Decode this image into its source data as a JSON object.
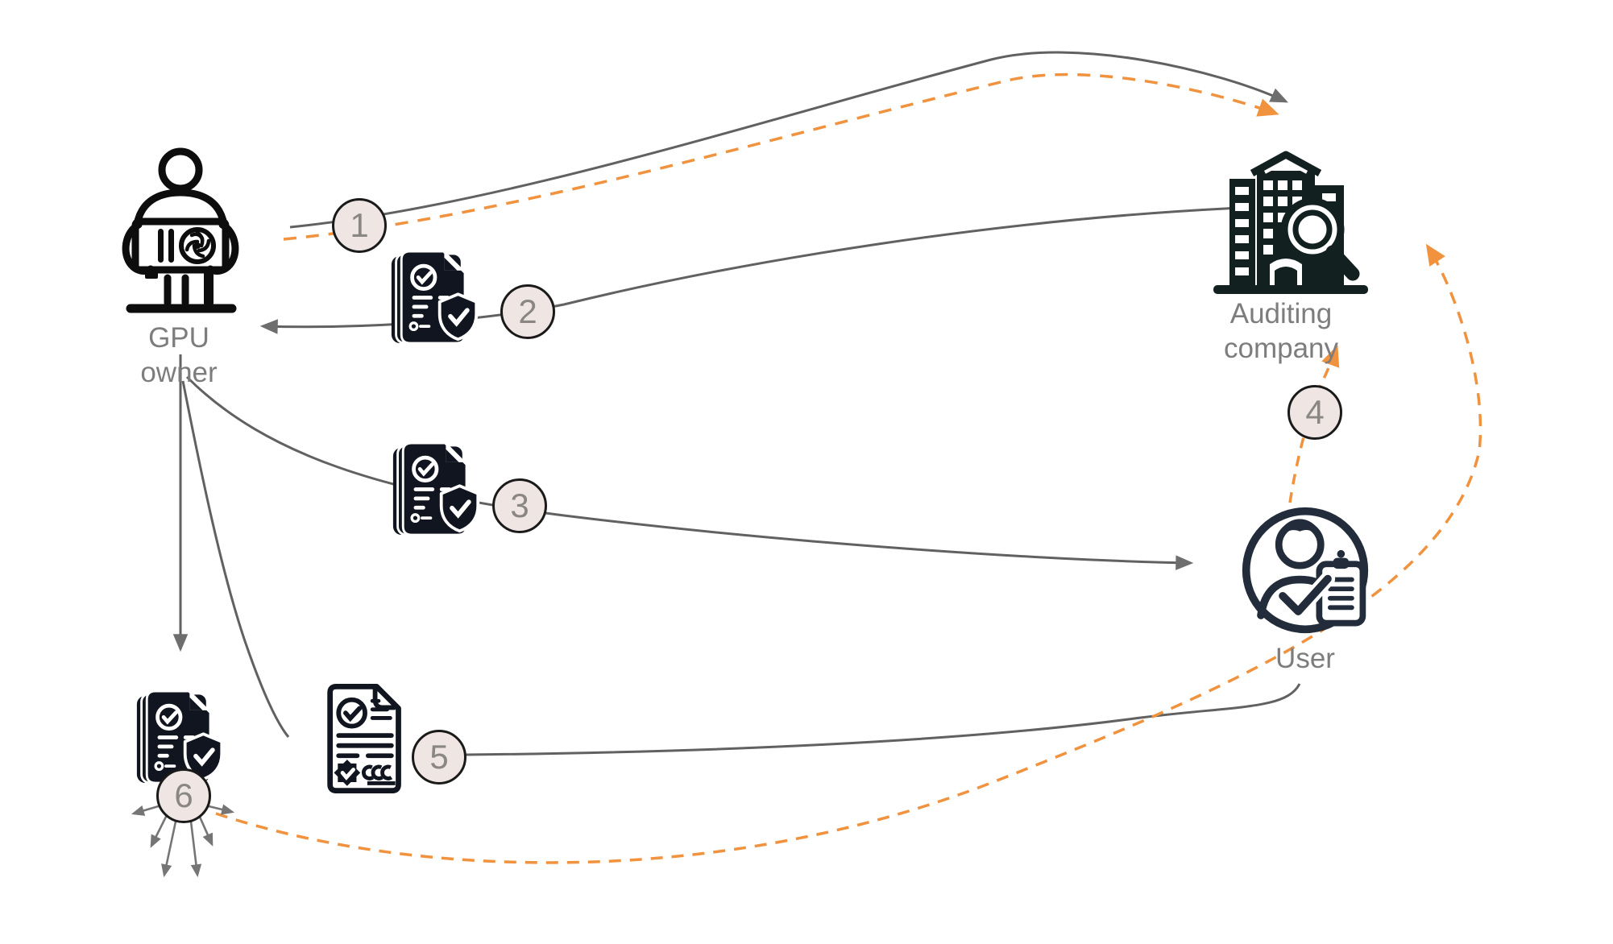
{
  "figure": {
    "type": "flow-diagram",
    "background": "#ffffff"
  },
  "entities": {
    "gpu_owner": {
      "label": "GPU owner",
      "icon": "person-holding-gpu-icon"
    },
    "auditing_company": {
      "label": "Auditing company",
      "icon": "building-with-magnifier-icon"
    },
    "user": {
      "label": "User",
      "icon": "user-with-checklist-icon"
    }
  },
  "steps": [
    "1",
    "2",
    "3",
    "4",
    "5",
    "6"
  ],
  "documents": [
    {
      "step": "2",
      "icon": "attested-document-with-shield-icon"
    },
    {
      "step": "3",
      "icon": "attested-document-with-shield-icon"
    },
    {
      "step": "5",
      "icon": "certificate-document-icon"
    },
    {
      "step": "6",
      "icon": "attested-document-with-shield-icon"
    }
  ],
  "connectors": [
    {
      "step": "1",
      "from": "gpu_owner",
      "to": "auditing_company",
      "style": "solid-gray-and-dashed-orange"
    },
    {
      "step": "2",
      "from": "auditing_company",
      "to": "gpu_owner",
      "style": "solid-gray"
    },
    {
      "step": "3",
      "from": "gpu_owner",
      "to": "user",
      "style": "solid-gray"
    },
    {
      "step": "4",
      "from": "user",
      "to": "auditing_company",
      "style": "dashed-orange"
    },
    {
      "step": "5",
      "from": "user",
      "to": "gpu_owner",
      "style": "solid-gray"
    },
    {
      "step": "6",
      "from": "gpu_owner",
      "to": "broadcast-fan-out",
      "style": "gray-fan-arrows-and-dashed-orange-to-auditing"
    }
  ],
  "colors": {
    "accent_orange": "#F0923E",
    "line_gray": "#616161",
    "arrow_gray": "#6E6E6E",
    "circle_fill": "#EFE6E4",
    "circle_border": "#1A1A1A",
    "icon_dark": "#10151F",
    "user_icon_navy": "#232C3B",
    "label_gray": "#7D7D7D",
    "number_gray": "#8A8684"
  }
}
